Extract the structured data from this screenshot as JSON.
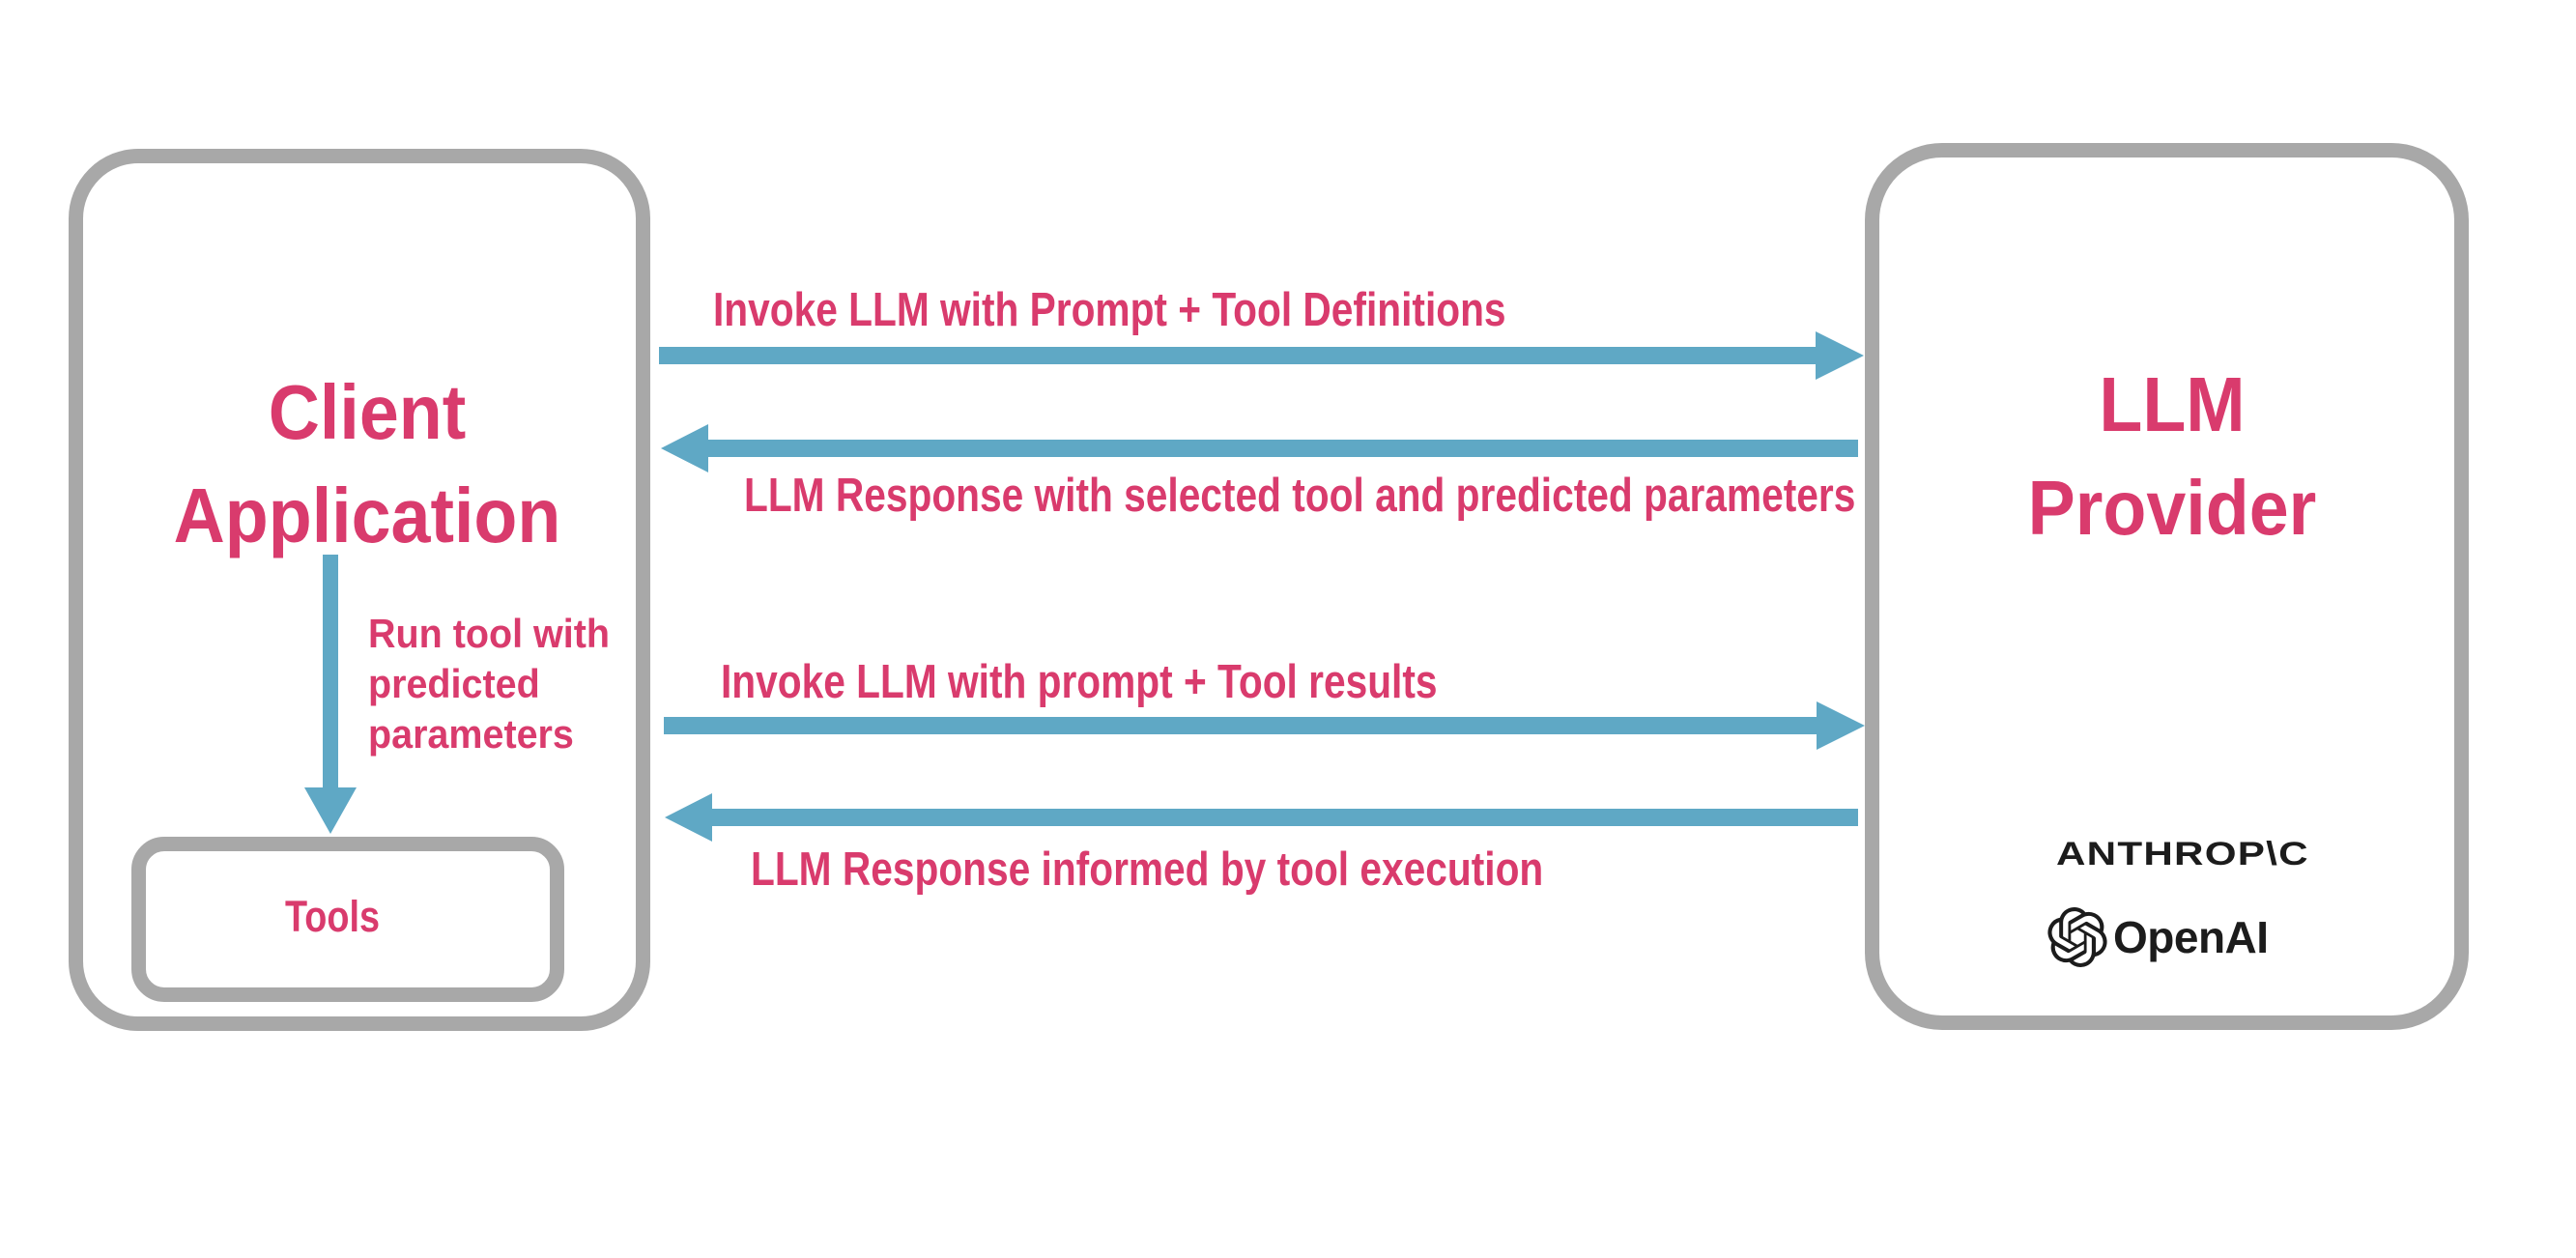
{
  "colors": {
    "pink": "#d93b6d",
    "blue": "#5fa8c5",
    "gray": "#a8a8a8",
    "dark": "#1c1c1c"
  },
  "client_box": {
    "title_line1": "Client",
    "title_line2": "Application"
  },
  "tools_box": {
    "label": "Tools"
  },
  "provider_box": {
    "title_line1": "LLM",
    "title_line2": "Provider",
    "anthropic_wordmark": "ANTHROP\\C",
    "openai_wordmark": "OpenAI"
  },
  "run_tool_arrow": {
    "label_line1": "Run tool with",
    "label_line2": "predicted",
    "label_line3": "parameters"
  },
  "arrows": [
    {
      "direction": "right",
      "label": "Invoke LLM with Prompt + Tool Definitions"
    },
    {
      "direction": "left",
      "label": "LLM Response with selected tool and predicted parameters"
    },
    {
      "direction": "right",
      "label": "Invoke LLM with prompt + Tool results"
    },
    {
      "direction": "left",
      "label": "LLM Response informed by tool execution"
    }
  ]
}
